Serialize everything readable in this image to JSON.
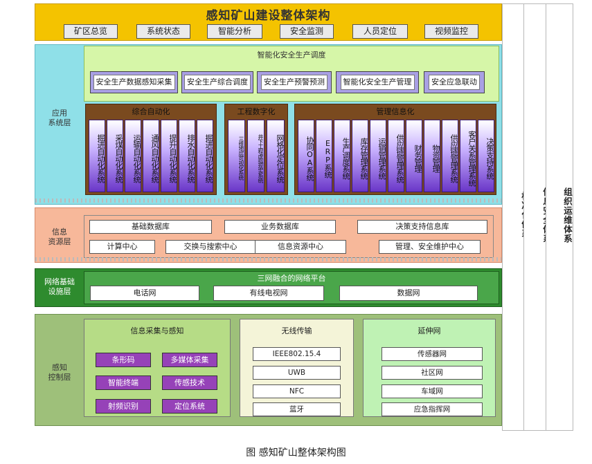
{
  "header": {
    "title": "感知矿山建设整体架构",
    "nav": [
      "矿区总览",
      "系统状态",
      "智能分析",
      "安全监测",
      "人员定位",
      "视频监控"
    ]
  },
  "side_columns": [
    "标准化体系",
    "信息安全体系",
    "组织运维体系"
  ],
  "app_layer": {
    "label": "应用\n系统层",
    "dispatch": {
      "title": "智能化安全生产调度",
      "items": [
        "安全生产数据感知采集",
        "安全生产综合调度",
        "安全生产预警预测",
        "智能化安全生产管理",
        "安全应急联动"
      ]
    },
    "groups": [
      {
        "title": "综合自动化",
        "items": [
          "掘进自动化系统",
          "采煤自动化系统",
          "运输自动化系统",
          "通风自动化系统",
          "提升自动化系统",
          "排水自动化系统",
          "掘进自动化系统"
        ]
      },
      {
        "title": "工程数字化",
        "items": [
          "三维地层可视化系统",
          "井下工程虚拟现实系统",
          "网格化定位系统"
        ]
      },
      {
        "title": "管理信息化",
        "items": [
          "协同OA系统",
          "ERP系统",
          "生产调度系统",
          "库存管理系统",
          "运销管理系统",
          "供应链管理系统",
          "财务管理",
          "物资管理",
          "供应链管理系统",
          "客户关系管理系统",
          "决策支持系统"
        ]
      }
    ]
  },
  "info_layer": {
    "label": "信息\n资源层",
    "row1": [
      "基础数据库",
      "业务数据库",
      "决策支持信息库"
    ],
    "row2": [
      "计算中心",
      "交换与搜索中心",
      "信息资源中心",
      "管理、安全维护中心"
    ]
  },
  "net_layer": {
    "label": "网络基础\n设施层",
    "title": "三网融合的网络平台",
    "items": [
      "电话网",
      "有线电视网",
      "数据网"
    ]
  },
  "sense_layer": {
    "label": "感知\n控制层",
    "collect": {
      "title": "信息采集与感知",
      "items": [
        "条形码",
        "多媒体采集",
        "智能终端",
        "传感技术",
        "射频识别",
        "定位系统"
      ]
    },
    "wireless": {
      "title": "无线传输",
      "items": [
        "IEEE802.15.4",
        "UWB",
        "NFC",
        "蓝牙"
      ]
    },
    "extension": {
      "title": "延伸网",
      "items": [
        "传感器网",
        "社区网",
        "车域网",
        "应急指挥网"
      ]
    }
  },
  "caption": "图  感知矿山整体架构图",
  "colors": {
    "banner": "#f4c300",
    "app_layer": "#8fe0e8",
    "dispatch_panel": "#d6f6a8",
    "group_header": "#7a4a1f",
    "info_layer": "#f7b89a",
    "net_layer": "#2e8b2e",
    "sense_layer": "#9ec07a",
    "purple_button": "#9642b8"
  }
}
